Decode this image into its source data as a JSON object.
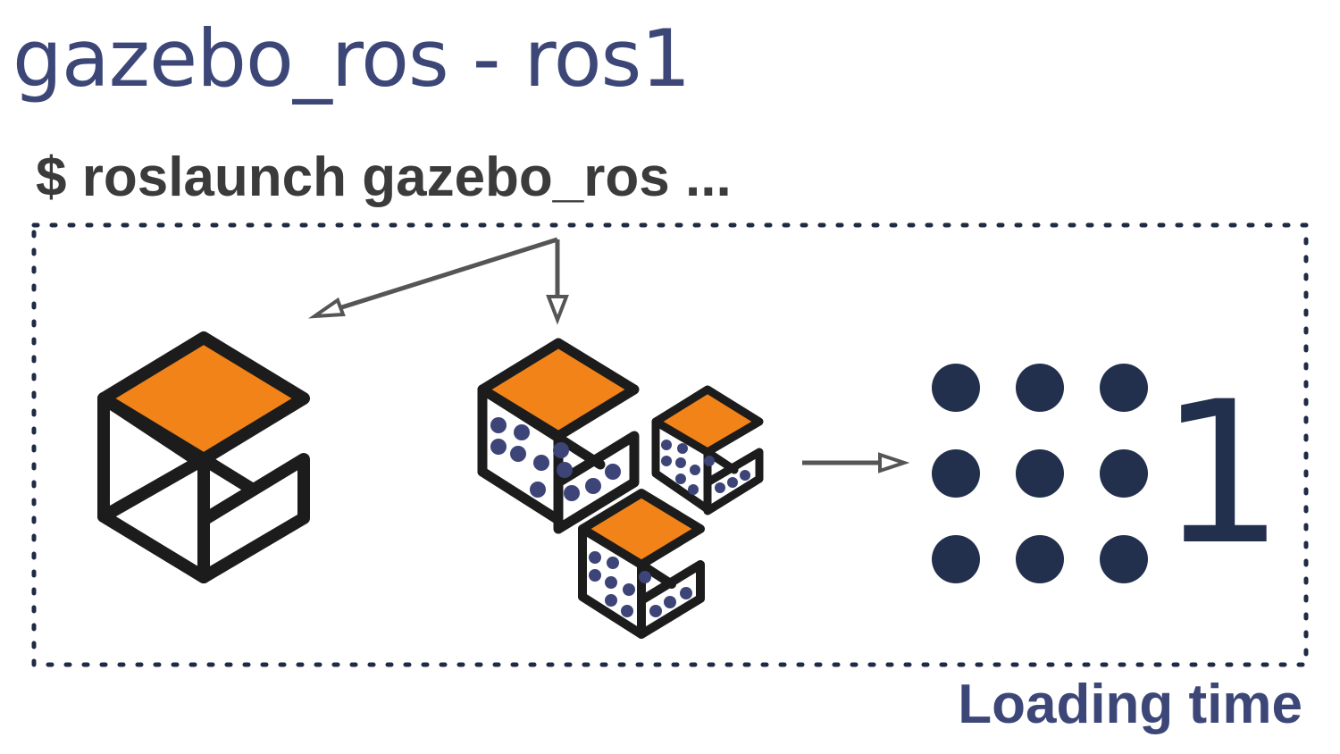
{
  "title": "gazebo_ros - ros1",
  "command": "$ roslaunch gazebo_ros ...",
  "footer_label": "Loading time",
  "count_label": "1",
  "colors": {
    "title": "#3c4778",
    "command": "#3b3b3b",
    "orange": "#f28318",
    "outline": "#1c1c1c",
    "dot": "#22304d",
    "small_dot": "#3d4477",
    "arrow": "#555555"
  },
  "icons": [
    "gazebo-logo-icon",
    "gazebo-plugins-icon",
    "dot-grid-icon",
    "arrow-icon"
  ]
}
